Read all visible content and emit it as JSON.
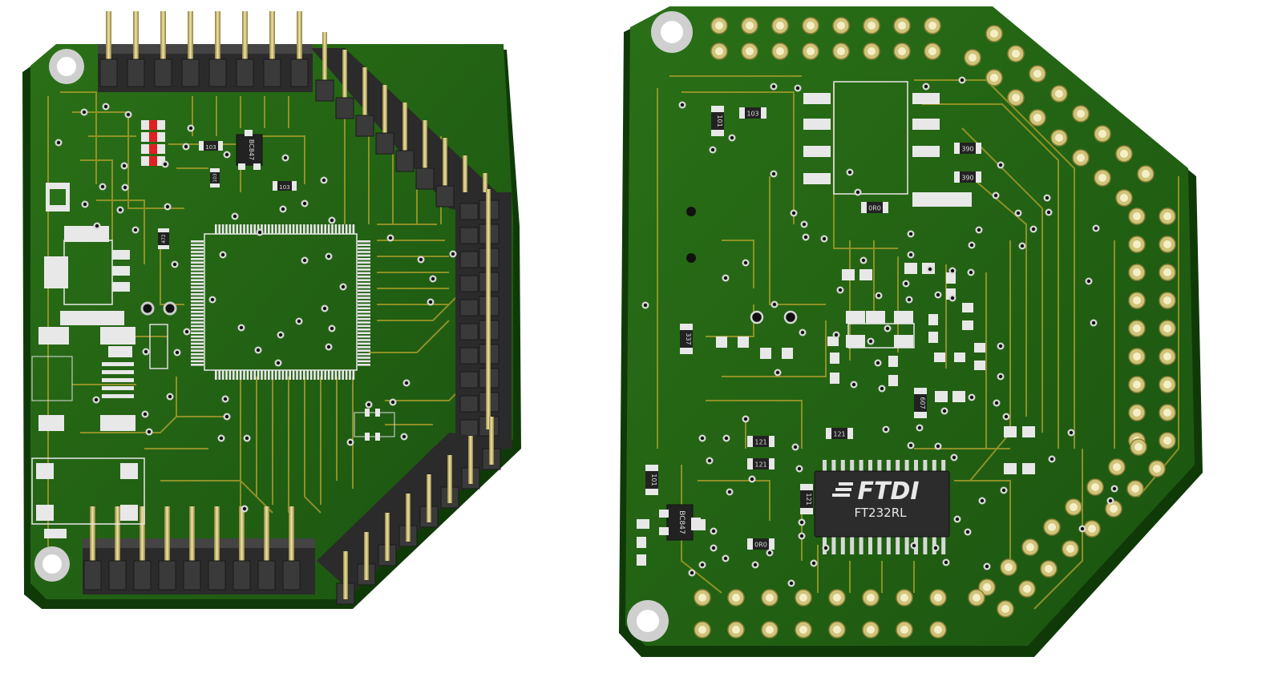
{
  "image": {
    "description_items": [
      "left-pcb-board",
      "right-pcb-board"
    ]
  },
  "left_board": {
    "transistor_label": "BC847",
    "resistor_labels": [
      "103",
      "103",
      "103",
      "472"
    ],
    "led_count": 4
  },
  "right_board": {
    "chip_brand": "FTDI",
    "chip_model": "FT232RL",
    "transistor_label": "BC847",
    "resistor_labels": [
      "101",
      "103",
      "390",
      "390",
      "0R0",
      "337",
      "607",
      "121",
      "121",
      "121",
      "101",
      "121",
      "0R0"
    ]
  },
  "colors": {
    "pcb": "#1f5e12",
    "pcb_edge": "#0f3a08",
    "trace": "#a29a2a",
    "pad": "#e8e8e8",
    "header": "#333333",
    "pin_gold": "#d8c97a",
    "led": "#e02020"
  }
}
